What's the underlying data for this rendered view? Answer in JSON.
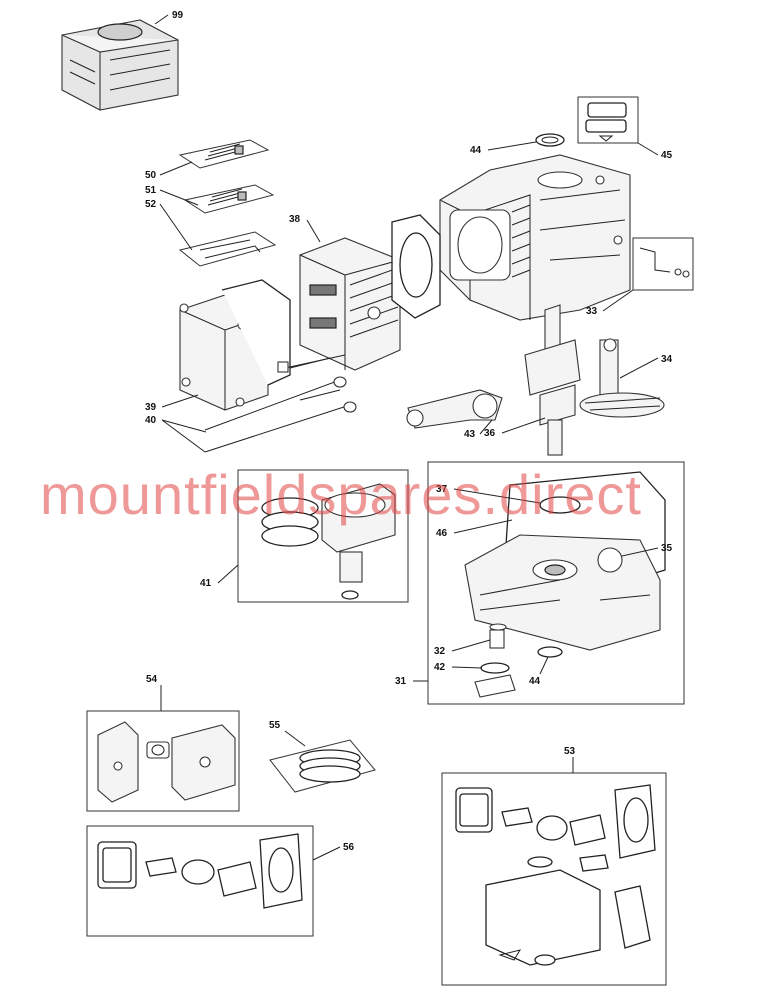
{
  "watermark": "mountfieldspares.direct",
  "callouts": {
    "c99": "99",
    "c44a": "44",
    "c45": "45",
    "c50": "50",
    "c51": "51",
    "c52": "52",
    "c38": "38",
    "c33": "33",
    "c34": "34",
    "c39": "39",
    "c40": "40",
    "c43": "43",
    "c36": "36",
    "c37": "37",
    "c46": "46",
    "c35": "35",
    "c41": "41",
    "c32": "32",
    "c42": "42",
    "c44b": "44",
    "c31": "31",
    "c54": "54",
    "c55": "55",
    "c53": "53",
    "c56": "56"
  },
  "colors": {
    "watermark": "#e24444",
    "line": "#222222",
    "background": "#ffffff"
  }
}
